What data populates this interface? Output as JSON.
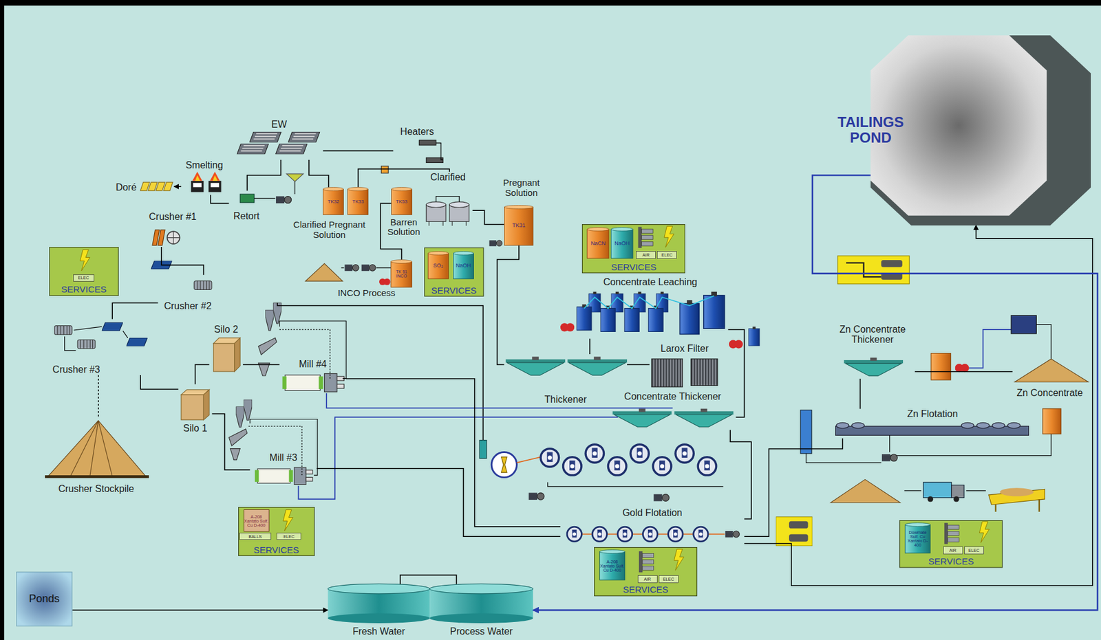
{
  "diagram": {
    "nodes": [
      {
        "text": [
          "TAILINGS POND"
        ]
      },
      {
        "text": [
          "EW"
        ]
      },
      {
        "text": [
          "Heaters"
        ]
      },
      {
        "text": [
          "Smelting"
        ]
      },
      {
        "text": [
          "Doré"
        ]
      },
      {
        "text": [
          "Retort"
        ]
      },
      {
        "text": [
          "TK32"
        ]
      },
      {
        "text": [
          "TK33"
        ]
      },
      {
        "text": [
          "TK53"
        ]
      },
      {
        "text": [
          "Clarified"
        ]
      },
      {
        "text": [
          "TK31"
        ]
      },
      {
        "text": [
          "TK 51 INCO"
        ]
      },
      {
        "text": [
          "SERVICES"
        ]
      },
      {
        "text": [
          "SO₂"
        ],
        "in": 12
      },
      {
        "text": [
          "NaOH"
        ],
        "in": 12
      },
      {
        "text": [
          "SERVICES"
        ]
      },
      {
        "text": [
          "ELEC"
        ],
        "in": 15
      },
      {
        "text": [
          "Crusher #1"
        ]
      },
      {
        "text": [
          "Crusher #2"
        ]
      },
      {
        "text": [
          "Crusher #3"
        ]
      },
      {
        "text": [
          "Silo 2"
        ]
      },
      {
        "text": [
          "Silo 1"
        ]
      },
      {
        "text": [
          "Crusher Stockpile"
        ]
      },
      {
        "text": [
          "Mill #4"
        ]
      },
      {
        "text": [
          "Mill #3"
        ]
      },
      {
        "text": [
          "SERVICES"
        ]
      },
      {
        "text": [
          "A-208 Xantato Sulf. Cu D-400"
        ],
        "in": 25
      },
      {
        "text": [
          "BALLS"
        ],
        "in": 25
      },
      {
        "text": [
          "ELEC"
        ],
        "in": 25
      },
      {
        "text": [
          "SERVICES"
        ]
      },
      {
        "text": [
          "NaCN"
        ],
        "in": 29
      },
      {
        "text": [
          "NaOH"
        ],
        "in": 29
      },
      {
        "text": [
          "AIR"
        ],
        "in": 29
      },
      {
        "text": [
          "ELEC"
        ],
        "in": 29
      },
      {
        "text": [
          "Concentrate Leaching"
        ]
      },
      {
        "text": [
          "Thickener"
        ]
      },
      {
        "text": [
          "Larox Filter"
        ]
      },
      {
        "text": [
          "Concentrate Thickener"
        ]
      },
      {
        "text": [
          "Zn Concentrate Thickener"
        ]
      },
      {
        "text": [
          "Zn Concentrate"
        ]
      },
      {
        "text": [
          "Zn Flotation"
        ]
      },
      {
        "text": [
          "Gold Flotation"
        ]
      },
      {
        "text": [
          "SERVICES"
        ]
      },
      {
        "text": [
          "A-208 Xantato Sulf. Cu D-400"
        ],
        "in": 42
      },
      {
        "text": [
          "AIR"
        ],
        "in": 42
      },
      {
        "text": [
          "ELEC"
        ],
        "in": 42
      },
      {
        "text": [
          "SERVICES"
        ]
      },
      {
        "text": [
          "Dowmate Sulf. Cu Xantato D-400"
        ],
        "in": 46
      },
      {
        "text": [
          "AIR"
        ],
        "in": 46
      },
      {
        "text": [
          "ELEC"
        ],
        "in": 46
      },
      {
        "text": [
          "Ponds"
        ]
      },
      {
        "text": [
          "Fresh Water"
        ]
      },
      {
        "text": [
          "Process Water"
        ]
      }
    ],
    "edges": [
      {
        "from": 17,
        "to": 18,
        "arrow": "none"
      },
      {
        "from": 18,
        "to": 19,
        "arrow": "none"
      },
      {
        "from": 19,
        "to": 21,
        "arrow": "none"
      },
      {
        "from": 19,
        "to": 22,
        "arrow": "none"
      },
      {
        "from": 21,
        "to": 20,
        "arrow": "none"
      },
      {
        "from": 20,
        "to": 23,
        "arrow": "none"
      },
      {
        "from": 21,
        "to": 24,
        "arrow": "none"
      },
      {
        "from": 23,
        "to": 41,
        "arrow": "none"
      },
      {
        "from": 24,
        "to": 41,
        "arrow": "none"
      },
      {
        "from": 41,
        "to": 37,
        "arrow": "none"
      },
      {
        "from": 37,
        "to": 34,
        "arrow": "none"
      },
      {
        "from": 34,
        "to": 35,
        "arrow": "none"
      },
      {
        "from": 35,
        "to": 36,
        "arrow": "none"
      },
      {
        "from": 35,
        "to": 10,
        "arrow": "none"
      },
      {
        "from": 10,
        "to": 9,
        "arrow": "none"
      },
      {
        "from": 9,
        "to": 7,
        "arrow": "none"
      },
      {
        "from": 6,
        "to": 1,
        "arrow": "none"
      },
      {
        "from": 2,
        "to": 1,
        "arrow": "none"
      },
      {
        "from": 1,
        "to": 5,
        "arrow": "none"
      },
      {
        "from": 5,
        "to": 3,
        "arrow": "none"
      },
      {
        "from": 3,
        "to": 4,
        "arrow": "to"
      },
      {
        "from": 8,
        "to": 11,
        "arrow": "none"
      },
      {
        "from": 41,
        "to": 40,
        "arrow": "none"
      },
      {
        "from": 40,
        "to": 38,
        "arrow": "none"
      },
      {
        "from": 38,
        "to": 39,
        "arrow": "none"
      },
      {
        "from": 41,
        "to": 0,
        "arrow": "to"
      },
      {
        "from": 0,
        "to": 52,
        "arrow": "to"
      },
      {
        "from": 50,
        "to": 51,
        "arrow": "to"
      },
      {
        "from": 51,
        "to": 52,
        "arrow": "none"
      }
    ],
    "labels": [
      "Clarified Pregnant Solution",
      "Barren Solution",
      "Pregnant Solution",
      "INCO Process"
    ]
  }
}
